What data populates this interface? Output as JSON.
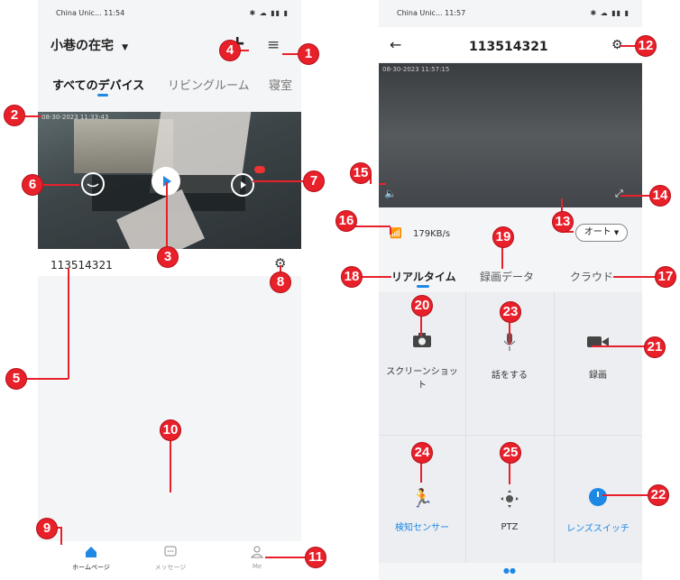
{
  "left": {
    "status": {
      "carrier": "China Unic... 11:54",
      "icons": "✱ ☁ ▮▮ ▮"
    },
    "home_name": "小巷の在宅",
    "tabs": [
      "すべてのデバイス",
      "リビングルーム",
      "寝室"
    ],
    "video_timestamp": "08-30-2023 11:33:43",
    "device_name": "113514321",
    "bottom_nav": {
      "home": "ホームページ",
      "messages": "メッセージ",
      "me": "Me"
    }
  },
  "right": {
    "status": {
      "carrier": "China Unic... 11:57",
      "icons": "✱ ☁ ▮▮ ▮"
    },
    "title": "113514321",
    "video_timestamp": "08-30-2023 11:57:15",
    "speed": "179KB/s",
    "quality": "オート",
    "tabs": [
      "リアルタイム",
      "録画データ",
      "クラウド"
    ],
    "controls": [
      {
        "label": "スクリーンショット",
        "icon": "camera-icon"
      },
      {
        "label": "話をする",
        "icon": "microphone-icon"
      },
      {
        "label": "録画",
        "icon": "video-camera-icon"
      },
      {
        "label": "検知センサー",
        "icon": "running-person-icon"
      },
      {
        "label": "PTZ",
        "icon": "ptz-joystick-icon"
      },
      {
        "label": "レンズスイッチ",
        "icon": "power-icon"
      }
    ]
  },
  "callouts": [
    "1",
    "2",
    "3",
    "4",
    "5",
    "6",
    "7",
    "8",
    "9",
    "10",
    "11",
    "12",
    "13",
    "14",
    "15",
    "16",
    "17",
    "18",
    "19",
    "20",
    "21",
    "22",
    "23",
    "24",
    "25"
  ],
  "colors": {
    "callout": "#e8202a",
    "accent": "#1e88e5"
  }
}
